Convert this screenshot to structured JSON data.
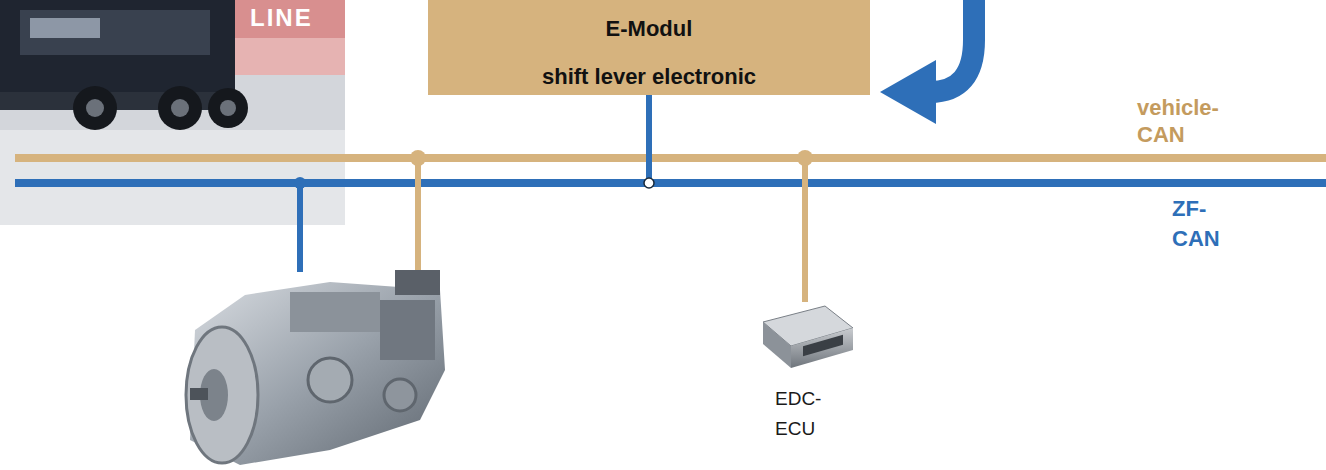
{
  "diagram": {
    "nodes": [
      {
        "text": [
          "E-Modul",
          "shift lever electronic"
        ]
      },
      {
        "text": [
          "vehicle- CAN"
        ]
      },
      {
        "text": [
          "ZF- CAN"
        ]
      },
      {
        "text": [
          "EDC- ECU"
        ]
      }
    ],
    "edges": [
      {
        "from": 0,
        "to": 2,
        "arrow": "none"
      },
      {
        "from": 3,
        "to": 1,
        "arrow": "none"
      }
    ],
    "labels": [
      "LINE"
    ]
  }
}
